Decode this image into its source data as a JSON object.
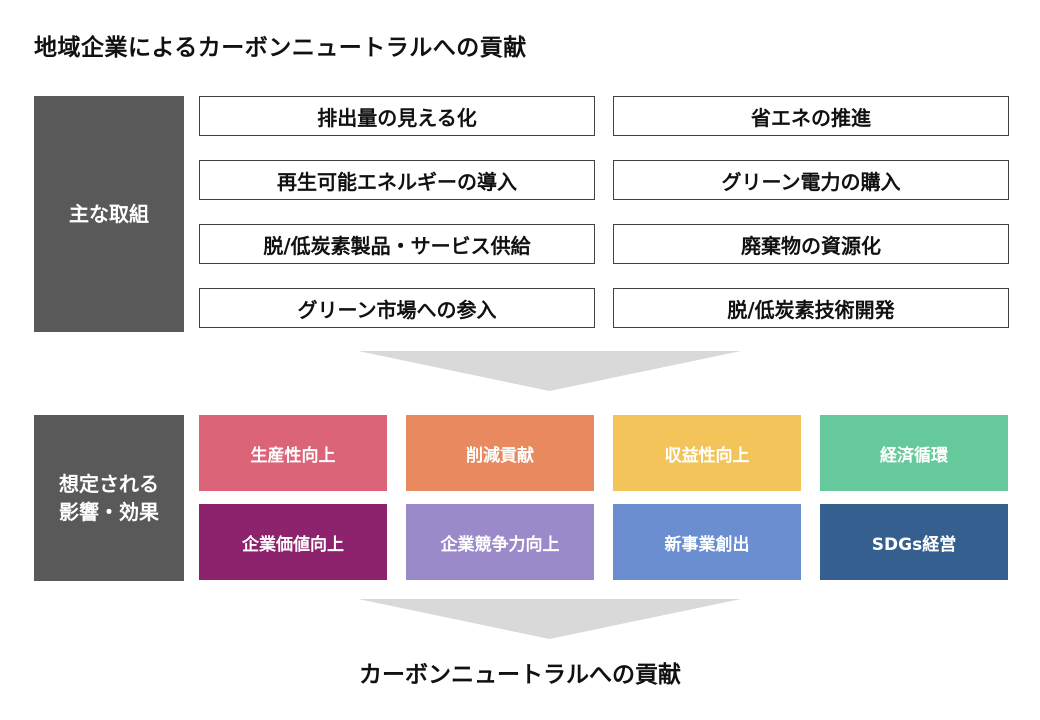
{
  "title": "地域企業によるカーボンニュートラルへの貢献",
  "initiatives": {
    "label": "主な取組",
    "items": [
      "排出量の見える化",
      "省エネの推進",
      "再生可能エネルギーの導入",
      "グリーン電力の購入",
      "脱/低炭素製品・サービス供給",
      "廃棄物の資源化",
      "グリーン市場への参入",
      "脱/低炭素技術開発"
    ]
  },
  "effects": {
    "label_line1": "想定される",
    "label_line2": "影響・効果",
    "tiles": [
      {
        "label": "生産性向上",
        "color": "#db6479"
      },
      {
        "label": "削減貢献",
        "color": "#e8895f"
      },
      {
        "label": "収益性向上",
        "color": "#f2c45a"
      },
      {
        "label": "経済循環",
        "color": "#66c99b"
      },
      {
        "label": "企業価値向上",
        "color": "#8e236d"
      },
      {
        "label": "企業競争力向上",
        "color": "#9a8ac9"
      },
      {
        "label": "新事業創出",
        "color": "#6a8ecf"
      },
      {
        "label": "SDGs経営",
        "color": "#355f8e"
      }
    ]
  },
  "footer": "カーボンニュートラルへの貢献",
  "colors": {
    "side_panel": "#595959",
    "arrow": "#d9d9d9",
    "box_border": "#404040"
  }
}
